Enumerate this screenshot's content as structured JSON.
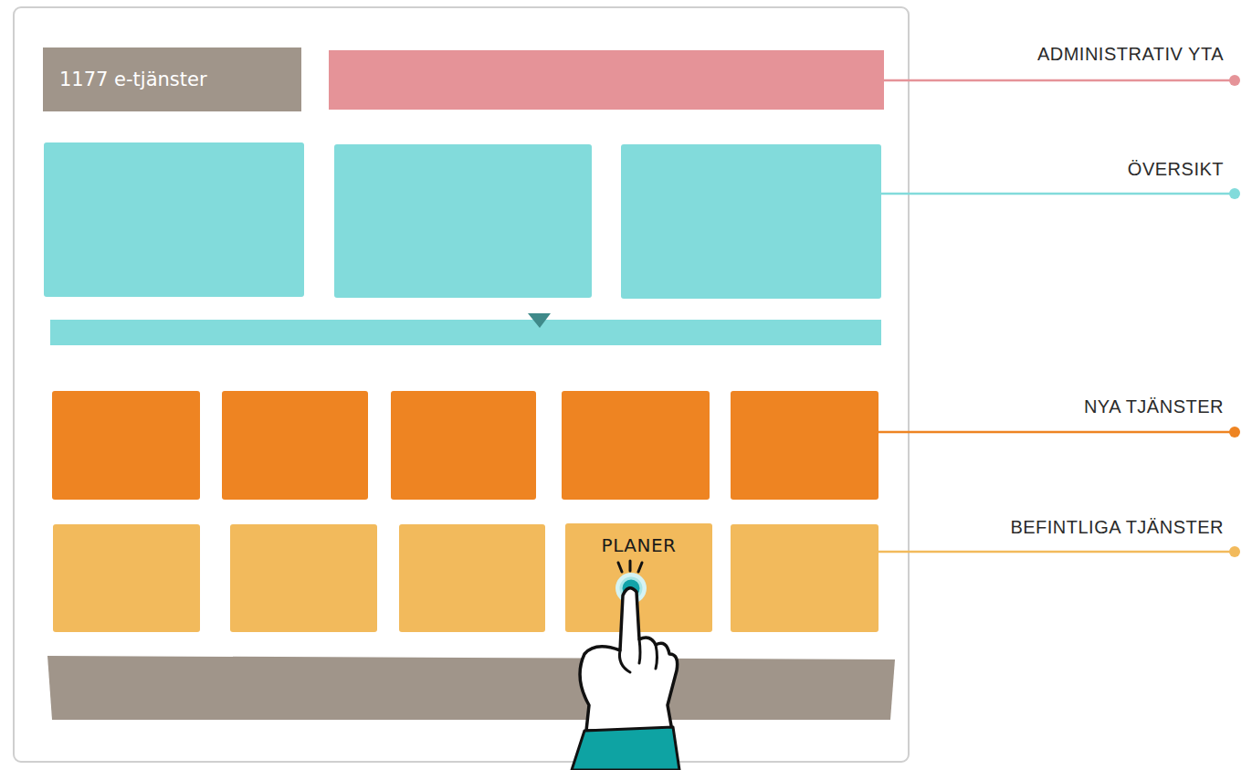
{
  "diagram": {
    "nodes": [
      {
        "text": [
          "1177 e-tjänster"
        ]
      },
      {
        "text": [
          "PLANER"
        ]
      }
    ],
    "labels": [
      "ADMINISTRATIV YTA",
      "ÖVERSIKT",
      "NYA TJÄNSTER",
      "BEFINTLIGA TJÄNSTER"
    ]
  }
}
